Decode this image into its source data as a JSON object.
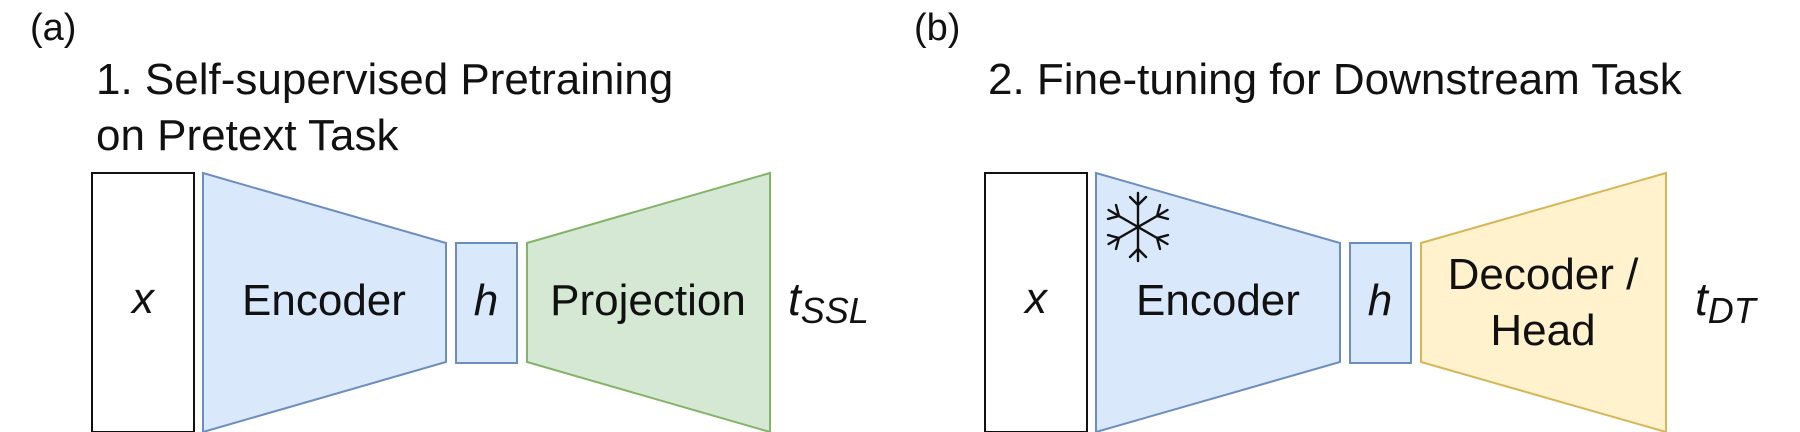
{
  "panel_a": {
    "tag": "(a)",
    "title_line1": "1. Self-supervised Pretraining",
    "title_line2": "on Pretext Task",
    "input_label": "x",
    "encoder_label": "Encoder",
    "latent_label": "h",
    "head_label": "Projection",
    "output_main": "t",
    "output_sub": "SSL"
  },
  "panel_b": {
    "tag": "(b)",
    "title": "2. Fine-tuning for Downstream Task",
    "input_label": "x",
    "encoder_label": "Encoder",
    "frozen_icon": "snowflake-icon",
    "latent_label": "h",
    "head_label_line1": "Decoder /",
    "head_label_line2": "Head",
    "output_main": "t",
    "output_sub": "DT"
  },
  "colors": {
    "encoder_fill": "#dae8fc",
    "encoder_stroke": "#6c8ebf",
    "projection_fill": "#d5e8d4",
    "projection_stroke": "#82b366",
    "decoder_fill": "#fff2cc",
    "decoder_stroke": "#d6b656",
    "input_stroke": "#111111"
  }
}
